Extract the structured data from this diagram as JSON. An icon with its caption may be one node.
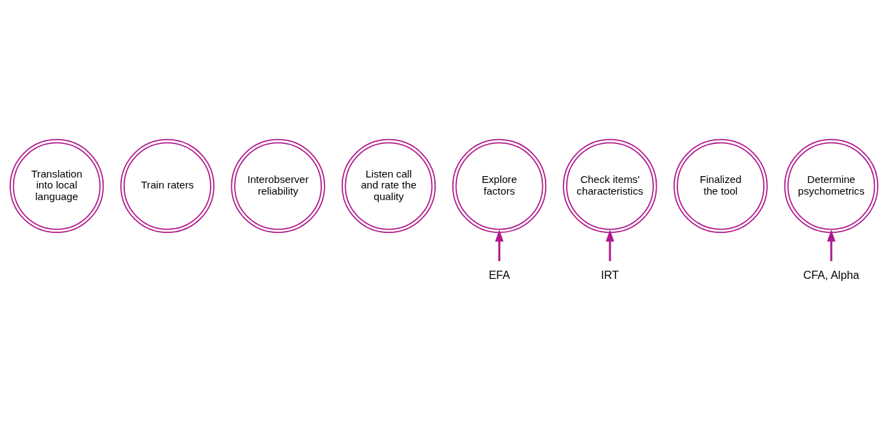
{
  "diagram": {
    "nodes": [
      {
        "text": [
          "Translation into local language"
        ]
      },
      {
        "text": [
          "Train raters"
        ]
      },
      {
        "text": [
          "Interobserver reliability"
        ]
      },
      {
        "text": [
          "Listen call and rate the quality"
        ]
      },
      {
        "text": [
          "Explore factors"
        ]
      },
      {
        "text": [
          "Check items' characteristics"
        ]
      },
      {
        "text": [
          "Finalized the tool"
        ]
      },
      {
        "text": [
          "Determine psychometrics"
        ]
      },
      {
        "text": [
          "EFA"
        ]
      },
      {
        "text": [
          "IRT"
        ]
      },
      {
        "text": [
          "CFA, Alpha"
        ]
      }
    ],
    "edges": [
      {
        "from": 8,
        "to": 4,
        "arrow": "to"
      },
      {
        "from": 9,
        "to": 5,
        "arrow": "to"
      },
      {
        "from": 10,
        "to": 7,
        "arrow": "to"
      }
    ]
  }
}
